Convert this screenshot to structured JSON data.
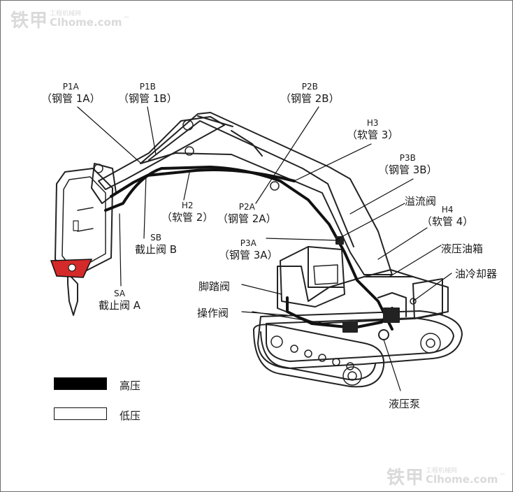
{
  "watermark": {
    "brand_cn": "铁甲",
    "brand_small": "工程机械网",
    "site": "Clhome.com",
    "mark": "™"
  },
  "labels": {
    "p1a": {
      "code": "P1A",
      "name": "（钢管 1A）"
    },
    "p1b": {
      "code": "P1B",
      "name": "（钢管 1B）"
    },
    "p2b": {
      "code": "P2B",
      "name": "（钢管 2B）"
    },
    "h3": {
      "code": "H3",
      "name": "（软管 3）"
    },
    "p3b": {
      "code": "P3B",
      "name": "（钢管 3B）"
    },
    "relief_valve": "溢流阀",
    "h4": {
      "code": "H4",
      "name": "（软管 4）"
    },
    "tank": "液压油箱",
    "cooler": "油冷却器",
    "h2": {
      "code": "H2",
      "name": "（软管 2）"
    },
    "p2a": {
      "code": "P2A",
      "name": "（钢管 2A）"
    },
    "sb": {
      "code": "SB",
      "name": "截止阀 B"
    },
    "p3a": {
      "code": "P3A",
      "name": "（钢管 3A）"
    },
    "sa": {
      "code": "SA",
      "name": "截止阀 A"
    },
    "foot_valve": "脚踏阀",
    "control_valve": "操作阀",
    "pump": "液压泵"
  },
  "legend": {
    "high": {
      "label": "高压",
      "color": "#000000"
    },
    "low": {
      "label": "低压",
      "color": "#ffffff"
    }
  },
  "colors": {
    "breaker_red": "#d42a2a",
    "line": "#111111"
  }
}
